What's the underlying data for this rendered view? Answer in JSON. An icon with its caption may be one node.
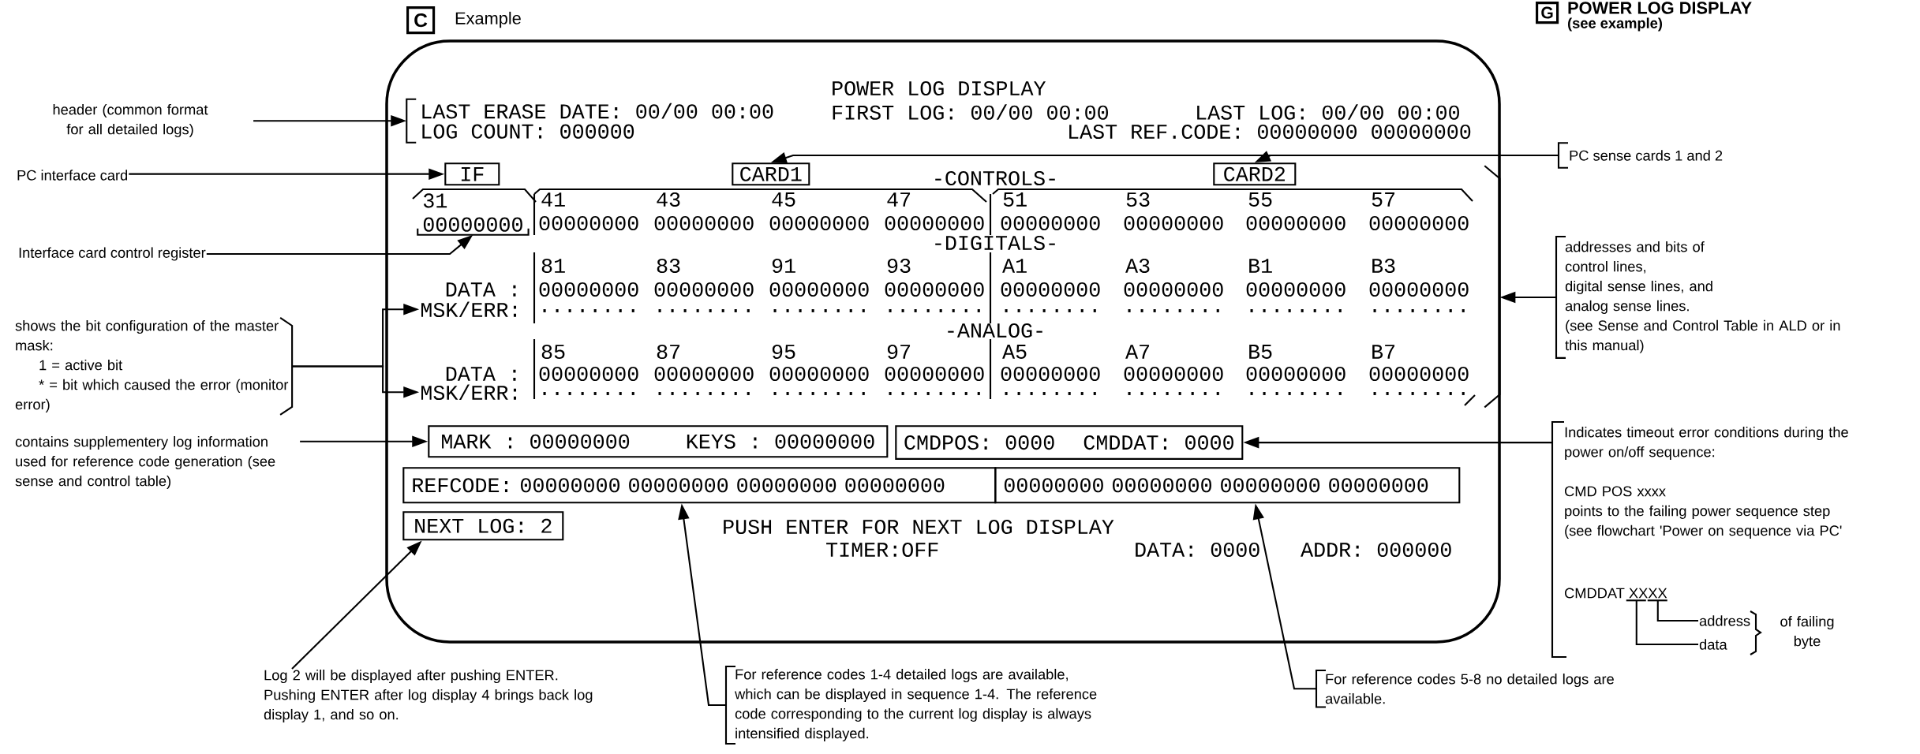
{
  "diagram": {
    "nodes": [
      {
        "text": [
          "C"
        ],
        "beside": [
          "Example"
        ]
      },
      {
        "text": [
          "G"
        ],
        "beside": [
          "POWER LOG DISPLAY",
          "(see example)"
        ]
      },
      {
        "text": [
          "POWER LOG DISPLAY",
          "FIRST LOG: 00/00 00:00",
          "LAST LOG: 00/00 00:00",
          "LAST REF.CODE: 00000000 00000000",
          "PUSH ENTER FOR NEXT LOG DISPLAY",
          "TIMER:OFF",
          "DATA: 0000",
          "ADDR: 000000"
        ]
      },
      {
        "text": [
          "LAST ERASE DATE: 00/00 00:00",
          "LOG COUNT: 000000"
        ],
        "in": 2
      },
      {
        "text": [
          "IF"
        ],
        "in": 2
      },
      {
        "text": [
          "CARD1"
        ],
        "in": 2
      },
      {
        "text": [
          "CARD2"
        ],
        "in": 2
      },
      {
        "text": [
          "31",
          "00000000"
        ],
        "in": 2
      },
      {
        "text": [
          "MSK/ERR:"
        ],
        "in": 2
      },
      {
        "text": [
          "MSK/ERR:"
        ],
        "in": 2
      },
      {
        "text": [
          "MARK : 00000000",
          "KEYS : 00000000"
        ],
        "in": 2
      },
      {
        "text": [
          "CMDPOS: 0000",
          "CMDDAT: 0000"
        ],
        "in": 2
      },
      {
        "text": [
          "REFCODE: 00000000 00000000 00000000 00000000"
        ],
        "in": 2
      },
      {
        "text": [
          "00000000 00000000 00000000 00000000"
        ],
        "in": 2
      },
      {
        "text": [
          "NEXT LOG: 2"
        ],
        "in": 2
      },
      {
        "text": [
          "header (common format for all detailed logs)"
        ]
      },
      {
        "text": [
          "PC interface card"
        ]
      },
      {
        "text": [
          "Interface card control register"
        ]
      },
      {
        "text": [
          "shows the bit configuration of the master mask:",
          "1 = active bit",
          "* = bit which caused the error (monitor error)"
        ]
      },
      {
        "text": [
          "contains supplementery log information used for reference code generation (see sense and control table)"
        ]
      },
      {
        "text": [
          "PC sense cards 1 and 2"
        ]
      },
      {
        "text": [
          "addresses and bits of",
          "control lines,",
          "digital sense lines, and",
          "analog sense lines.",
          "(see Sense and Control Table in ALD or in this manual)"
        ]
      },
      {
        "text": [
          "Indicates timeout error conditions during the power on/off sequence:",
          "CMD POS xxxx",
          "points to the failing power sequence step (see flowchart 'Power on sequence via PC'",
          "CMDDAT XXXX",
          "address",
          "data",
          "of failing byte"
        ]
      },
      {
        "text": [
          "Log 2 will be displayed after pushing ENTER. Pushing ENTER after log display 4 brings back log display 1, and so on."
        ]
      },
      {
        "text": [
          "For reference codes 1-4 detailed logs are available, which can be displayed in sequence 1-4. The reference code corresponding to the current log display is always intensified displayed."
        ]
      },
      {
        "text": [
          "For reference codes 5-8 no detailed logs are available."
        ]
      },
      {
        "text": [],
        "shape": "brace",
        "in": 2
      }
    ],
    "edges": [
      {
        "from": 15,
        "to": 3,
        "arrow": "to"
      },
      {
        "from": 16,
        "to": 4,
        "arrow": "to"
      },
      {
        "from": 17,
        "to": 7,
        "arrow": "to"
      },
      {
        "from": 18,
        "to": 8,
        "arrow": "to"
      },
      {
        "from": 18,
        "to": 9,
        "arrow": "to"
      },
      {
        "from": 19,
        "to": 10,
        "arrow": "to"
      },
      {
        "from": 20,
        "to": 5,
        "arrow": "to"
      },
      {
        "from": 20,
        "to": 6,
        "arrow": "to"
      },
      {
        "from": 21,
        "to": 26,
        "arrow": "to"
      },
      {
        "from": 22,
        "to": 11,
        "arrow": "to"
      },
      {
        "from": 23,
        "to": 14,
        "arrow": "to"
      },
      {
        "from": 24,
        "to": 12,
        "arrow": "to"
      },
      {
        "from": 25,
        "to": 13,
        "arrow": "to"
      }
    ],
    "labels": [
      "-CONTROLS-",
      "41",
      "43",
      "45",
      "47",
      "51",
      "53",
      "55",
      "57",
      "00000000",
      "00000000",
      "00000000",
      "00000000",
      "00000000",
      "00000000",
      "00000000",
      "00000000",
      "-DIGITALS-",
      "81",
      "83",
      "91",
      "93",
      "A1",
      "A3",
      "B1",
      "B3",
      "DATA :",
      "00000000",
      "00000000",
      "00000000",
      "00000000",
      "00000000",
      "00000000",
      "00000000",
      "00000000",
      "........",
      "........",
      "........",
      "........",
      "........",
      "........",
      "........",
      "........",
      "-ANALOG-",
      "85",
      "87",
      "95",
      "97",
      "A5",
      "A7",
      "B5",
      "B7",
      "DATA :",
      "00000000",
      "00000000",
      "00000000",
      "00000000",
      "00000000",
      "00000000",
      "00000000",
      "00000000",
      "........",
      "........",
      "........",
      "........",
      "........",
      "........",
      "........",
      "........"
    ]
  }
}
